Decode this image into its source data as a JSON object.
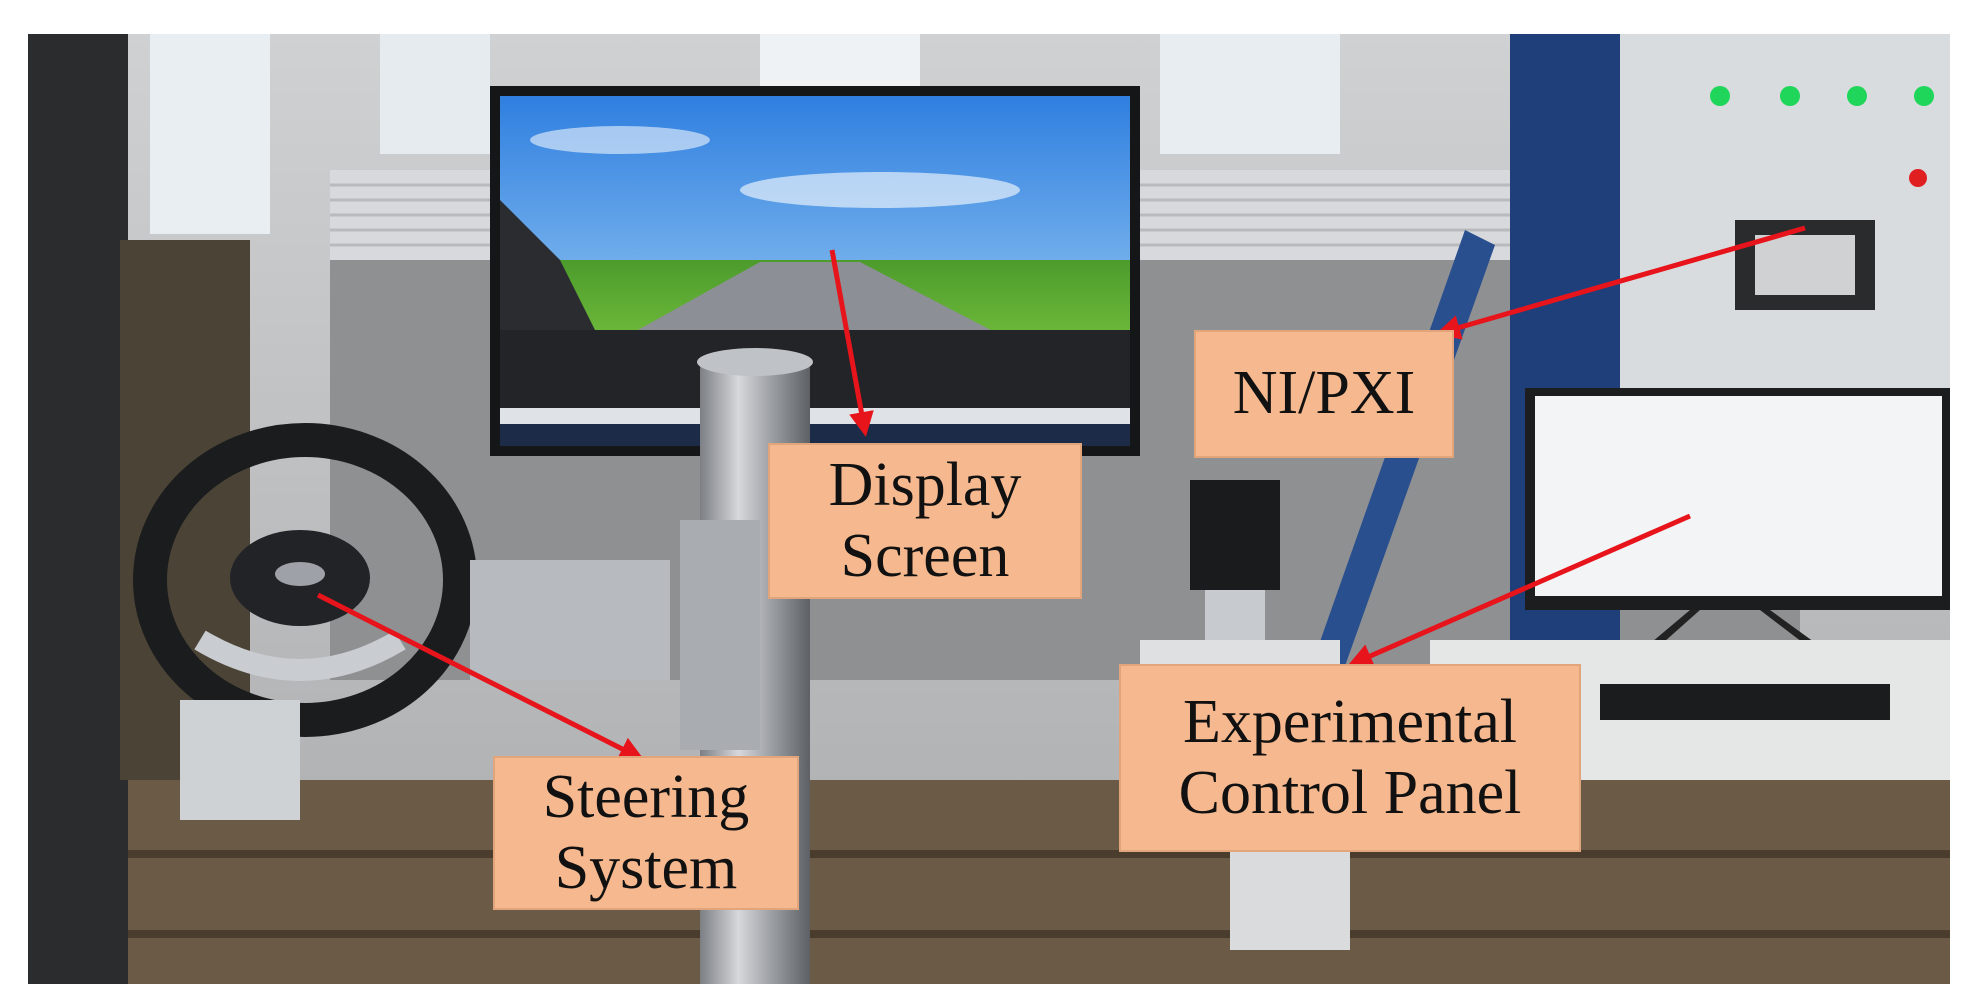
{
  "labels": {
    "display_screen": {
      "line1": "Display",
      "line2": "Screen"
    },
    "ni_pxi": {
      "line1": "NI/PXI"
    },
    "steering_system": {
      "line1": "Steering",
      "line2": "System"
    },
    "experimental_control_panel": {
      "line1": "Experimental",
      "line2": "Control Panel"
    }
  },
  "colors": {
    "label_fill": "#f5b88f",
    "arrow": "#e8141b"
  }
}
